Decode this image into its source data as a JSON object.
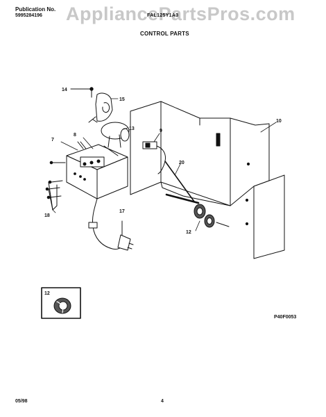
{
  "header": {
    "publication_label": "Publication No.",
    "publication_number": "5995284196",
    "model": "FAL125Y1A3",
    "section_title": "CONTROL PARTS"
  },
  "watermark": {
    "text": "AppliancePartsPros.com",
    "color": "#c8c8c8"
  },
  "callouts": [
    "14",
    "15",
    "13",
    "8",
    "9",
    "7",
    "10",
    "20",
    "18",
    "17",
    "12"
  ],
  "inset": {
    "callout": "12"
  },
  "diagram_code": "P40F0053",
  "footer": {
    "date": "05/98",
    "page": "4"
  }
}
